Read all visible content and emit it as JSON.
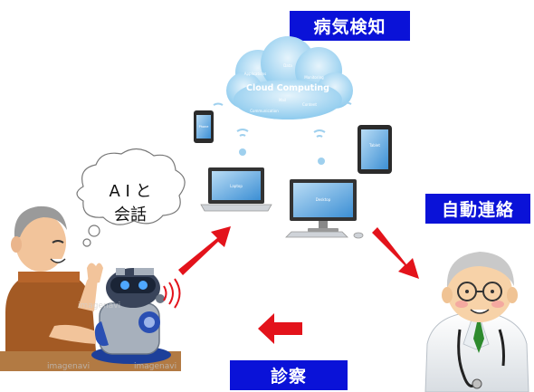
{
  "labels": {
    "top": "病気検知",
    "right": "自動連絡",
    "bottom": "診察"
  },
  "cloud": {
    "title": "Cloud Computing",
    "words": [
      "Data",
      "Monitoring",
      "Applications",
      "Mail",
      "Content",
      "Communication"
    ]
  },
  "devices": {
    "phone": "Phone",
    "laptop": "Laptop",
    "tablet": "Tablet",
    "desktop": "Desktop"
  },
  "speech": {
    "line1": "A I と",
    "line2": "会話"
  },
  "watermark": "imagenavi",
  "colors": {
    "label_bg": "#0a12d8",
    "arrow": "#e3131b",
    "cloud": "#a9d6f2"
  }
}
